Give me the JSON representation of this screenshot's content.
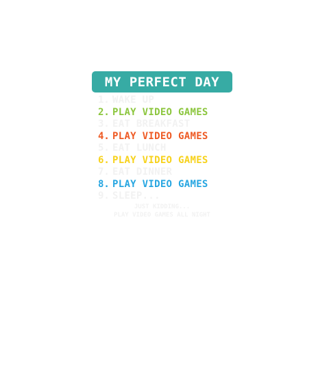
{
  "colors": {
    "banner": "#37aba4",
    "faint": "#f2f2f2",
    "green": "#8cc63e",
    "red": "#ee5a24",
    "yellow": "#f7d21c",
    "blue": "#27a6e1"
  },
  "design": {
    "title": "MY PERFECT DAY",
    "items": [
      {
        "num": "1.",
        "text": "WAKE UP",
        "color": "faint"
      },
      {
        "num": "2.",
        "text": "PLAY VIDEO GAMES",
        "color": "green"
      },
      {
        "num": "3.",
        "text": "EAT BREAKFAST",
        "color": "faint"
      },
      {
        "num": "4.",
        "text": "PLAY VIDEO GAMES",
        "color": "red"
      },
      {
        "num": "5.",
        "text": "EAT LUNCH",
        "color": "faint"
      },
      {
        "num": "6.",
        "text": "PLAY VIDEO GAMES",
        "color": "yellow"
      },
      {
        "num": "7.",
        "text": "EAT DINNER",
        "color": "faint"
      },
      {
        "num": "8.",
        "text": "PLAY VIDEO GAMES",
        "color": "blue"
      },
      {
        "num": "9.",
        "text": "SLEEP...",
        "color": "faint"
      }
    ],
    "footer_line1": "JUST KIDDING...",
    "footer_line2": "PLAY VIDEO GAMES ALL NIGHT"
  }
}
